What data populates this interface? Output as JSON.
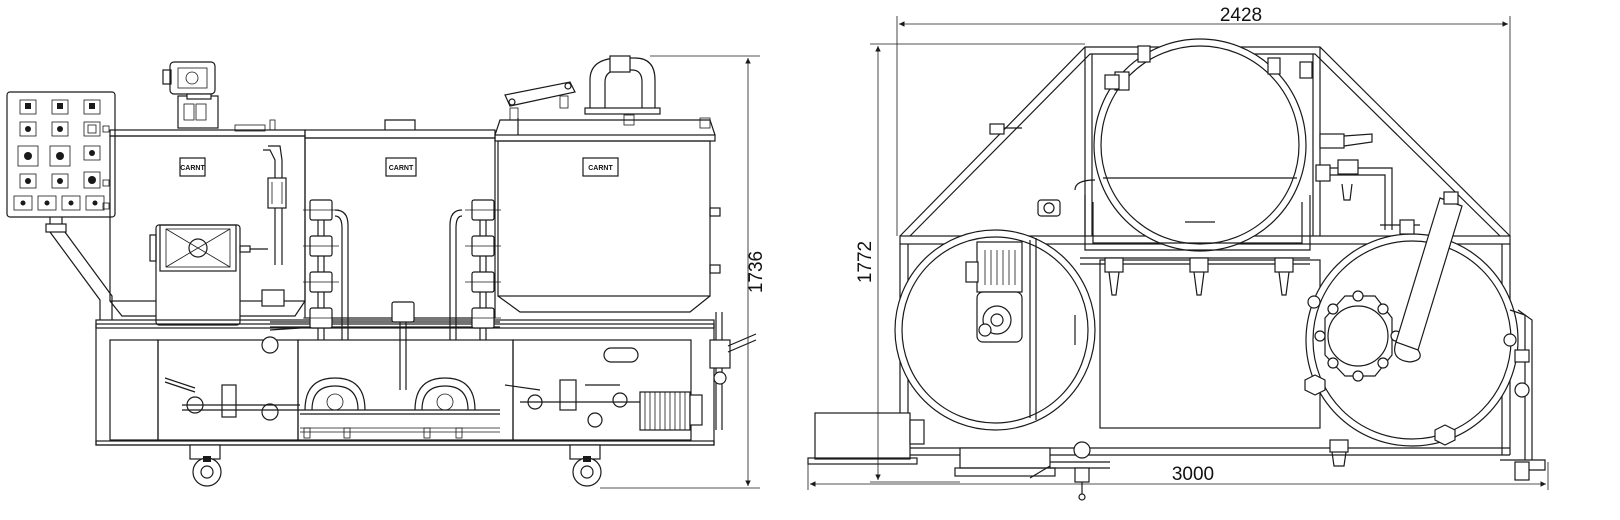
{
  "dimensions": {
    "front_height": "1736",
    "top_width": "2428",
    "top_depth": "1772",
    "top_length": "3000"
  },
  "logo": {
    "text": "CARNT"
  }
}
